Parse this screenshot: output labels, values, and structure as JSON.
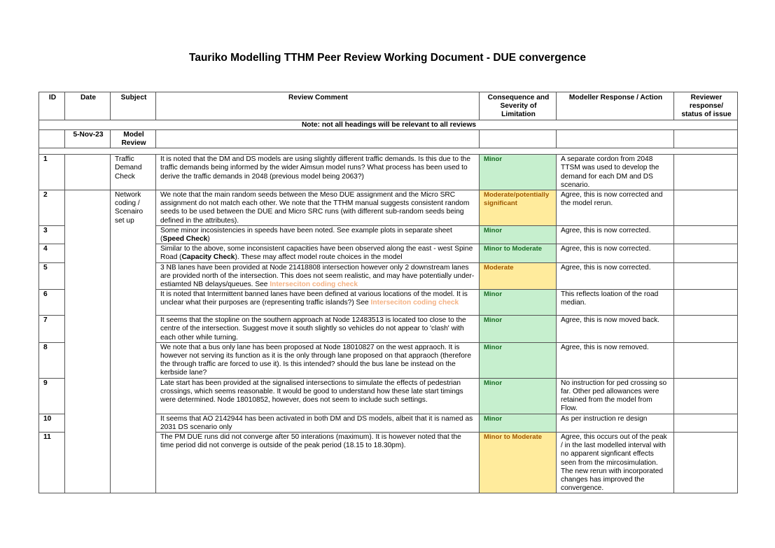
{
  "document": {
    "title": "Tauriko Modelling TTHM Peer Review Working Document - DUE convergence"
  },
  "table": {
    "headers": {
      "id": "ID",
      "date": "Date",
      "subject": "Subject",
      "comment": "Review Comment",
      "consequence": "Consequence and Severity of Limitation",
      "response": "Modeller Response / Action",
      "reviewer": "Reviewer response/ status of issue"
    },
    "note": "Note: not all headings will be relevant to all reviews",
    "meta": {
      "date": "5-Nov-23",
      "subject": "Model Review"
    },
    "subjects": {
      "traffic": "Traffic Demand Check",
      "network": "Network coding / Scenairo set up"
    },
    "rows": [
      {
        "id": "1",
        "comment": "It is noted that the DM and DS models are using slightly different traffic demands.  Is this due to the traffic demands being informed by the wider Aimsun model runs?  What process has been used to derive the traffic demands in 2048 (previous model being 2063?)",
        "severity": "Minor",
        "response": "A separate cordon from 2048 TTSM was used to develop the demand for each DM and DS scenario."
      },
      {
        "id": "2",
        "comment": "We note that the main random seeds between the Meso DUE assignment and the Micro SRC assignment do not match each other.  We note that the TTHM manual suggests consistent random seeds to be used between the DUE and Micro SRC runs (with different sub-random seeds being defined in the attributes).",
        "severity": "Moderate/potentially significant",
        "response": "Agree, this is now corrected and the model rerun."
      },
      {
        "id": "3",
        "comment_a": "Some minor incosistencies in speeds have been noted.  See example plots in separate sheet (",
        "comment_b": "Speed Check",
        "comment_c": ")",
        "severity": "Minor",
        "response": "Agree, this is now corrected."
      },
      {
        "id": "4",
        "comment_a": "Similar to the above,  some inconsistent capacities have been observed along the east - west Spine Road (",
        "comment_b": "Capacity Check",
        "comment_c": ").  These may affect model route choices in the model",
        "severity": "Minor to Moderate",
        "response": "Agree, this is now corrected."
      },
      {
        "id": "5",
        "comment_a": "3 NB lanes have been provided at Node 21418808 intersection however only 2 downstream lanes are provided north of the intersection. This does not seem realistic,  and may have potentially under-estiamted NB delays/queues.  See ",
        "comment_b": "Interseciton coding check",
        "severity": "Moderate",
        "response": "Agree, this is now corrected."
      },
      {
        "id": "6",
        "comment_a": "It is noted that Intermittent banned lanes have been defined at various locations of the model.  It is unclear what their purposes are (representing traffic islands?) See ",
        "comment_b": "Interseciton coding check",
        "severity": "Minor",
        "response": "This reflects loation of the road median."
      },
      {
        "id": "7",
        "comment": "It seems that the stopline on the southern approach at Node 12483513 is located too close to the centre of the intersection.  Suggest move it south slightly so vehicles do not appear to 'clash' with each other while turning.",
        "severity": "Minor",
        "response": "Agree, this is now moved back."
      },
      {
        "id": "8",
        "comment": "We note that a bus only lane has been proposed at Node 18010827 on the west appraoch.  It is however not serving its function as it is the only through lane proposed on that appraoch (therefore the through traffic are forced to use it).  Is this intended?  should the bus lane be instead on the kerbside lane?",
        "severity": "Minor",
        "response": "Agree, this is now removed."
      },
      {
        "id": "9",
        "comment": "Late start has been provided at the signalised intersections to simulate the effects of pedestrian crossings, which seems reasonable.   It would be good to understand how these late start timings were determined.  Node 18010852, however, does not seem to include such settings.",
        "severity": "Minor",
        "response": "No instruction for ped crossing so far. Other ped allowances were retained from the model from Flow."
      },
      {
        "id": "10",
        "comment": "It seems that AO 2142944 has been activated in both DM and DS models,  albeit that it is named as 2031 DS scenario only",
        "severity": "Minor",
        "response": "As per instruction re design"
      },
      {
        "id": "11",
        "comment": "The PM DUE runs did not converge after 50 interations (maximum).  It is however noted that the time period did not converge is outside of the peak period (18.15 to 18.30pm).",
        "severity": "Minor to Moderate",
        "response": "Agree, this occurs out of the peak / in the last modelled interval with no apparent signficant effects seen from the mircosimulation. The new rerun with incorporated changes has improved the convergence."
      }
    ]
  },
  "colors": {
    "minor_bg": "#c6efce",
    "minor_text": "#196b24",
    "moderate_bg": "#ffeb9c",
    "moderate_text": "#9c5700",
    "link_text": "#f4b183"
  }
}
